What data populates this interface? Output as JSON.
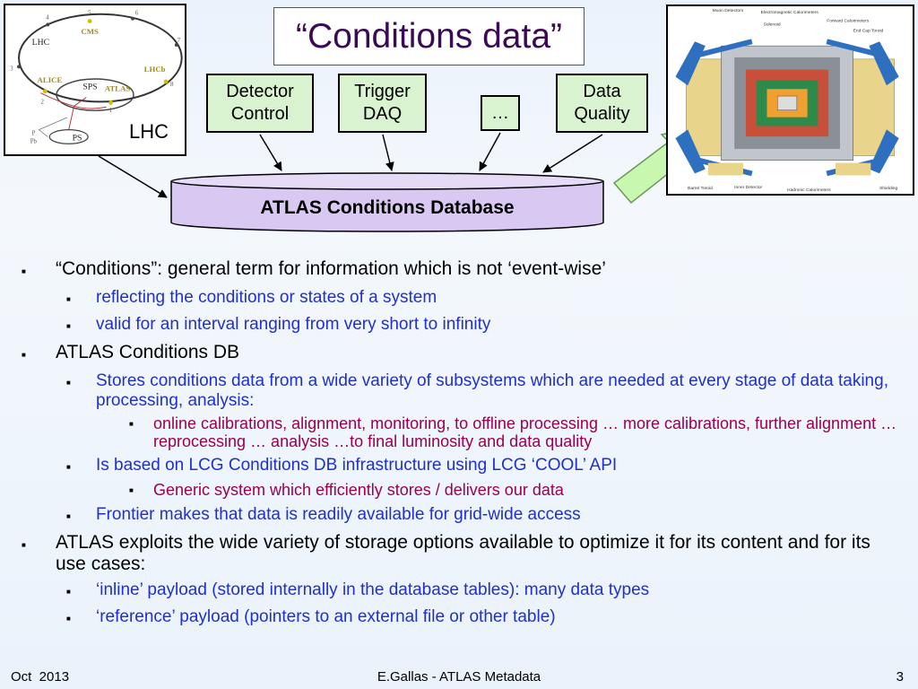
{
  "title": "“Conditions data”",
  "lhc_figure": {
    "caption": "LHC",
    "labels": {
      "lhc": "LHC",
      "cms": "CMS",
      "alice": "ALICE",
      "lhcb": "LHCb",
      "sps": "SPS",
      "atlas": "ATLAS",
      "ps": "PS",
      "p": "P",
      "pb": "Pb",
      "n1": "1",
      "n2": "2",
      "n3": "3",
      "n4": "4",
      "n5": "5",
      "n6": "6",
      "n7": "7",
      "n8": "8"
    }
  },
  "sources": {
    "detector": "Detector Control",
    "trigger": "Trigger DAQ",
    "ellipsis": "…",
    "data_quality": "Data Quality"
  },
  "detector_figure": {
    "labels": {
      "muon": "Muon Detectors",
      "em_cal": "Electromagnetic Calorimeters",
      "solenoid": "Solenoid",
      "forward_cal": "Forward Calorimeters",
      "endcap_toroid": "End Cap Toroid",
      "barrel_toroid": "Barrel Toroid",
      "inner_detector": "Inner Detector",
      "hadronic_cal": "Hadronic Calorimeters",
      "shielding": "Shielding"
    }
  },
  "database_label": "ATLAS Conditions Database",
  "bullets": {
    "b1": "“Conditions”: general term for information which is not ‘event-wise’",
    "b1_1": "reflecting the conditions or states of a system",
    "b1_2": "valid for an interval ranging from very short to infinity",
    "b2": "ATLAS Conditions DB",
    "b2_1": "Stores conditions data from a wide variety of subsystems which are needed at every stage of data taking, processing, analysis:",
    "b2_1_1": "online calibrations, alignment, monitoring, to offline processing … more calibrations, further alignment … reprocessing … analysis …to final luminosity and data quality",
    "b2_2": "Is based on LCG Conditions DB infrastructure using LCG ‘COOL’ API",
    "b2_2_1": "Generic system which efficiently stores / delivers our data",
    "b2_3": "Frontier makes that data is readily available for grid-wide access",
    "b3": "ATLAS exploits the wide variety of storage options available to optimize it for its content and for its use cases:",
    "b3_1": "‘inline’ payload (stored internally in the database tables): many data types",
    "b3_2": "‘reference’ payload (pointers to an external file or other table)"
  },
  "footer": {
    "date": "Oct  2013",
    "center": "E.Gallas - ATLAS Metadata",
    "page": "3"
  },
  "colors": {
    "title": "#3a0a55",
    "source_box": "#d9f2cf",
    "database_fill": "#d8c8f2",
    "level2_text": "#1f2fd0",
    "level3_text": "#9a0050"
  }
}
